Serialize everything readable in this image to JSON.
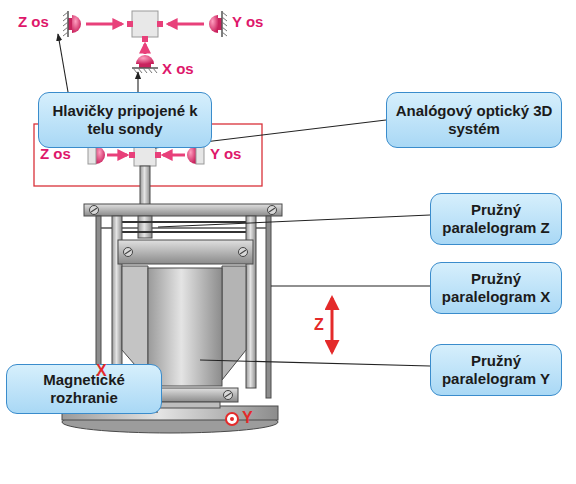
{
  "diagram": {
    "nodes": [
      {
        "text": [
          "Hlavičky pripojené k telu sondy"
        ]
      },
      {
        "text": [
          "Analógový optický 3D systém"
        ]
      },
      {
        "text": [
          "Pružný paralelogram Z"
        ]
      },
      {
        "text": [
          "Pružný paralelogram X"
        ]
      },
      {
        "text": [
          "Pružný paralelogram Y"
        ]
      },
      {
        "text": [
          "Magnetické rozhranie"
        ]
      }
    ],
    "labels": [
      "Z os",
      "Y os",
      "X os",
      "Z os",
      "Y os",
      "Z",
      "X",
      "Y"
    ]
  }
}
